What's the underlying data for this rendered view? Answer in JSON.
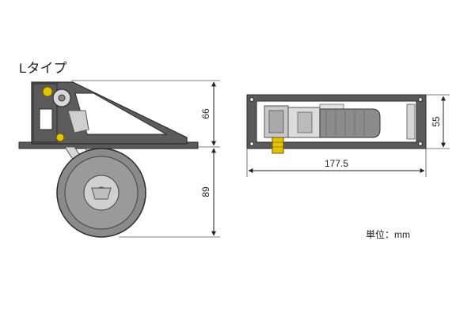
{
  "title": "Lタイプ",
  "unit_label": "単位：mm",
  "dimensions": {
    "side_height_upper": "66",
    "side_height_lower": "89",
    "top_depth": "55",
    "top_length": "177.5"
  }
}
